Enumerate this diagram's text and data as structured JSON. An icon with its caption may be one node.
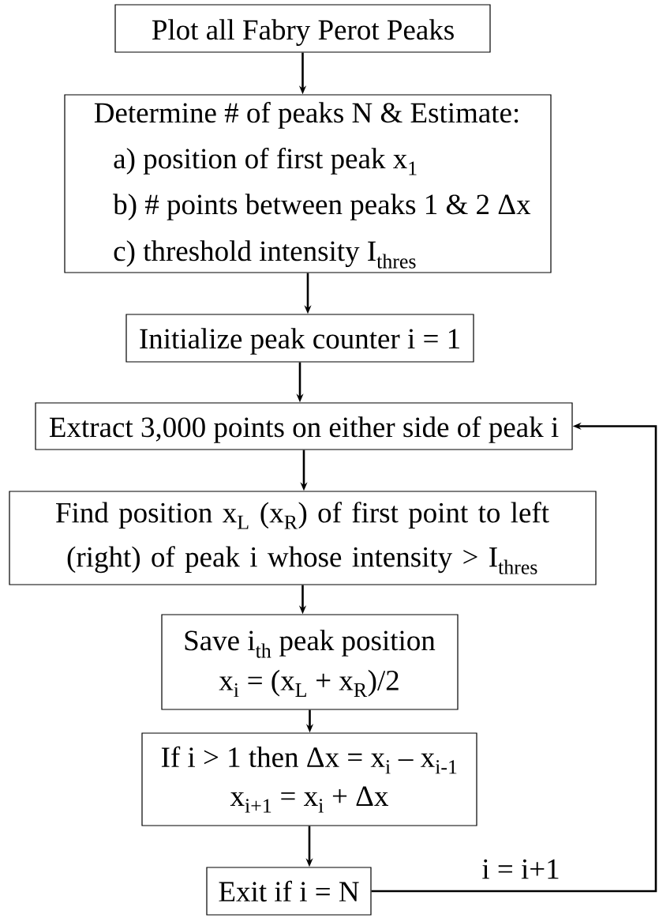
{
  "diagram": {
    "nodes": [
      {
        "text": [
          "Plot all Fabry Perot Peaks"
        ]
      },
      {
        "text": [
          "Determine # of peaks N & Estimate:",
          "a) position of first peak x$_{1}$",
          "b) # points between peaks 1 & 2 Δx",
          "c) threshold intensity I$_{thres}$"
        ]
      },
      {
        "text": [
          "Initialize peak counter i = 1"
        ]
      },
      {
        "text": [
          "Extract 3,000 points on either side of peak i"
        ]
      },
      {
        "text": [
          "Find position x$_{L}$ (x$_{R}$) of first point to left (right) of peak i whose intensity > I$_{thres}$"
        ]
      },
      {
        "text": [
          "Save i$_{th}$ peak position",
          "x$_{i}$ = (x$_{L}$ + x$_{R}$)/2"
        ]
      },
      {
        "text": [
          "If i > 1 then Δx  = x$_{i}$ – x$_{i-1}$",
          "x$_{i+1}$ = x$_{i}$ + Δx"
        ]
      },
      {
        "text": [
          "Exit if i = N"
        ]
      }
    ],
    "edges": [
      {
        "from": 0,
        "to": 1,
        "arrow": "to"
      },
      {
        "from": 1,
        "to": 2,
        "arrow": "to"
      },
      {
        "from": 2,
        "to": 3,
        "arrow": "to"
      },
      {
        "from": 3,
        "to": 4,
        "arrow": "to"
      },
      {
        "from": 4,
        "to": 5,
        "arrow": "to"
      },
      {
        "from": 5,
        "to": 6,
        "arrow": "to"
      },
      {
        "from": 6,
        "to": 7,
        "arrow": "to"
      },
      {
        "from": 7,
        "to": 3,
        "arrow": "to",
        "label": "i = i+1"
      }
    ]
  }
}
